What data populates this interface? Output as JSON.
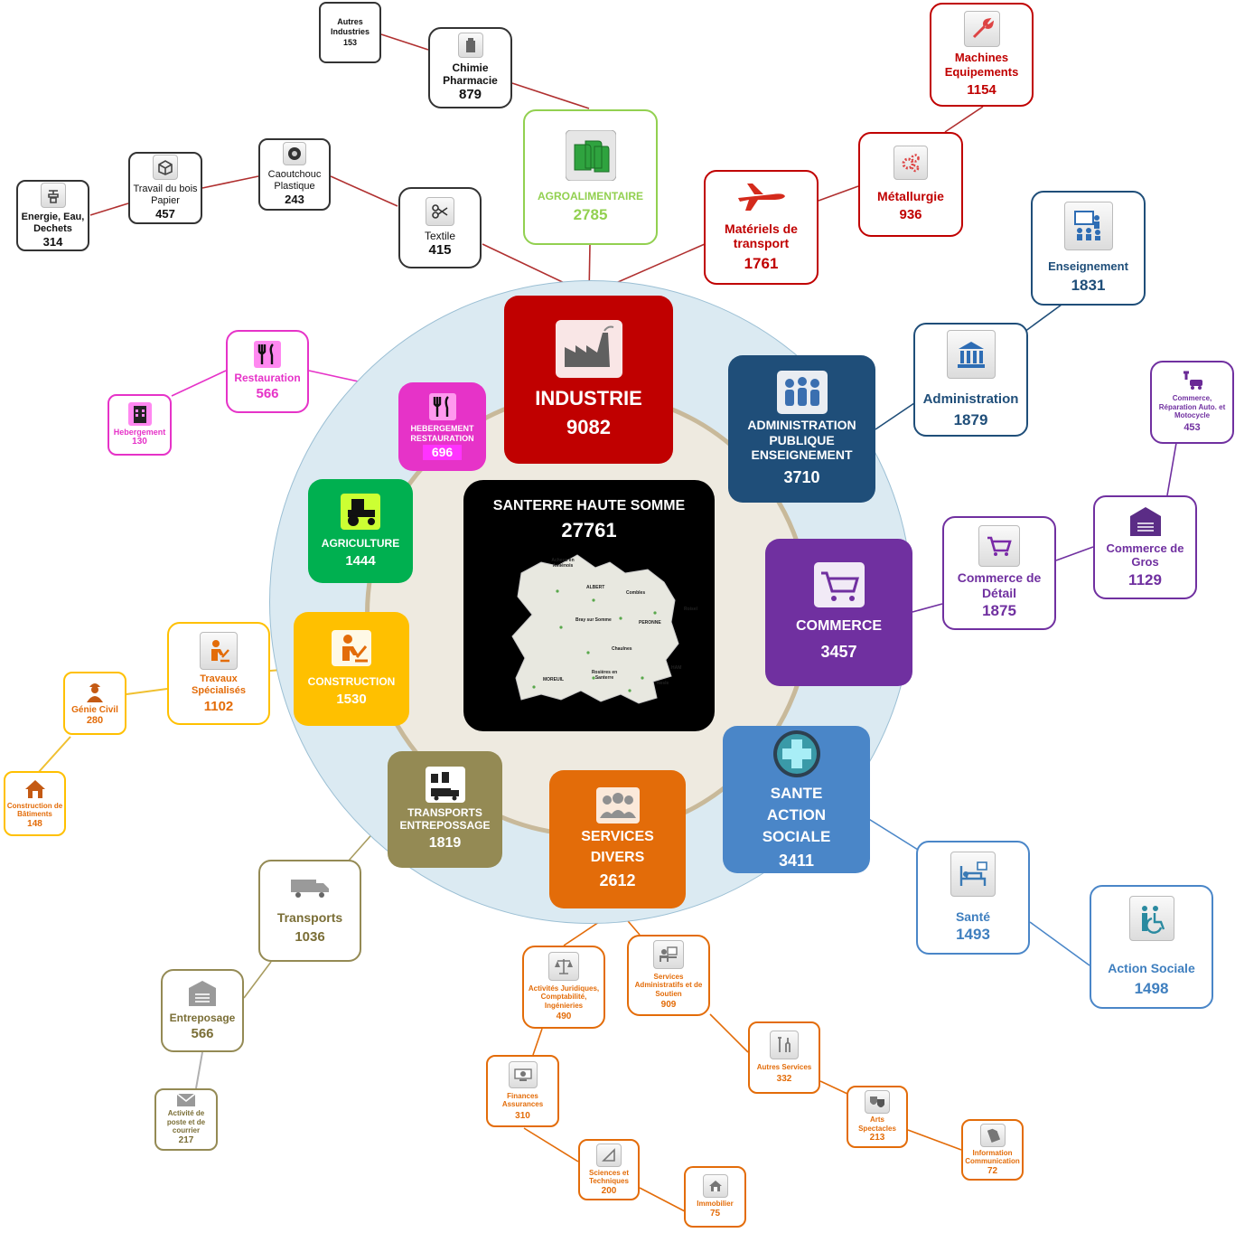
{
  "center": {
    "title": "SANTERRE HAUTE SOMME",
    "total": "27761",
    "towns": [
      "Acheux en Amiénois",
      "ALBERT",
      "Combles",
      "Bray sur Somme",
      "PERONNE",
      "Roisel",
      "Chaulnes",
      "MOREUIL",
      "Rosières en Santerre",
      "HAM",
      "Nesle"
    ]
  },
  "sectors": {
    "industrie": {
      "label": "INDUSTRIE",
      "value": "9082"
    },
    "admin": {
      "label": "ADMINISTRATION PUBLIQUE ENSEIGNEMENT",
      "value": "3710"
    },
    "commerce": {
      "label": "COMMERCE",
      "value": "3457"
    },
    "sante": {
      "label": "SANTE ACTION SOCIALE",
      "value": "3411"
    },
    "services": {
      "label": "SERVICES DIVERS",
      "value": "2612"
    },
    "transports": {
      "label": "TRANSPORTS ENTREPOSSAGE",
      "value": "1819"
    },
    "construction": {
      "label": "CONSTRUCTION",
      "value": "1530"
    },
    "agriculture": {
      "label": "AGRICULTURE",
      "value": "1444"
    },
    "hebergement": {
      "label": "HEBERGEMENT RESTAURATION",
      "value": "696"
    }
  },
  "subs": {
    "agro": {
      "label": "AGROALIMENTAIRE",
      "value": "2785"
    },
    "chimie": {
      "label": "Chimie Pharmacie",
      "value": "879"
    },
    "autres_ind": {
      "label": "Autres Industries",
      "value": "153"
    },
    "textile": {
      "label": "Textile",
      "value": "415"
    },
    "caoutchouc": {
      "label": "Caoutchouc Plastique",
      "value": "243"
    },
    "bois": {
      "label": "Travail du bois Papier",
      "value": "457"
    },
    "energie": {
      "label": "Energie, Eau, Dechets",
      "value": "314"
    },
    "materiels": {
      "label": "Matériels de transport",
      "value": "1761"
    },
    "metallurgie": {
      "label": "Métallurgie",
      "value": "936"
    },
    "machines": {
      "label": "Machines Equipements",
      "value": "1154"
    },
    "enseignement": {
      "label": "Enseignement",
      "value": "1831"
    },
    "administration": {
      "label": "Administration",
      "value": "1879"
    },
    "com_auto": {
      "label": "Commerce, Réparation Auto. et Motocycle",
      "value": "453"
    },
    "com_gros": {
      "label": "Commerce de Gros",
      "value": "1129"
    },
    "com_detail": {
      "label": "Commerce de Détail",
      "value": "1875"
    },
    "sante": {
      "label": "Santé",
      "value": "1493"
    },
    "action_sociale": {
      "label": "Action Sociale",
      "value": "1498"
    },
    "restauration": {
      "label": "Restauration",
      "value": "566"
    },
    "hebergement": {
      "label": "Hebergement",
      "value": "130"
    },
    "travaux": {
      "label": "Travaux Spécialisés",
      "value": "1102"
    },
    "genie_civil": {
      "label": "Génie Civil",
      "value": "280"
    },
    "batiments": {
      "label": "Construction de Bâtiments",
      "value": "148"
    },
    "transports": {
      "label": "Transports",
      "value": "1036"
    },
    "entreposage": {
      "label": "Entreposage",
      "value": "566"
    },
    "poste": {
      "label": "Activité de poste et de courrier",
      "value": "217"
    },
    "juridiques": {
      "label": "Activités Juridiques, Comptabilité, Ingénieries",
      "value": "490"
    },
    "serv_admin": {
      "label": "Services Administratifs et de Soutien",
      "value": "909"
    },
    "finances": {
      "label": "Finances Assurances",
      "value": "310"
    },
    "sciences": {
      "label": "Sciences et Techniques",
      "value": "200"
    },
    "immobilier": {
      "label": "Immobilier",
      "value": "75"
    },
    "autres_serv": {
      "label": "Autres Services",
      "value": "332"
    },
    "arts": {
      "label": "Arts Spectacles",
      "value": "213"
    },
    "info_com": {
      "label": "Information Communication",
      "value": "72"
    }
  },
  "colors": {
    "industrie": "#c00000",
    "admin": "#1f4e79",
    "commerce": "#7030a0",
    "sante": "#4a86c8",
    "services": "#e36c09",
    "transports": "#948a54",
    "construction": "#ffc000",
    "agriculture": "#00b050",
    "hebergement": "#e633c8",
    "agro": "#92d050",
    "dark": "#222222"
  }
}
